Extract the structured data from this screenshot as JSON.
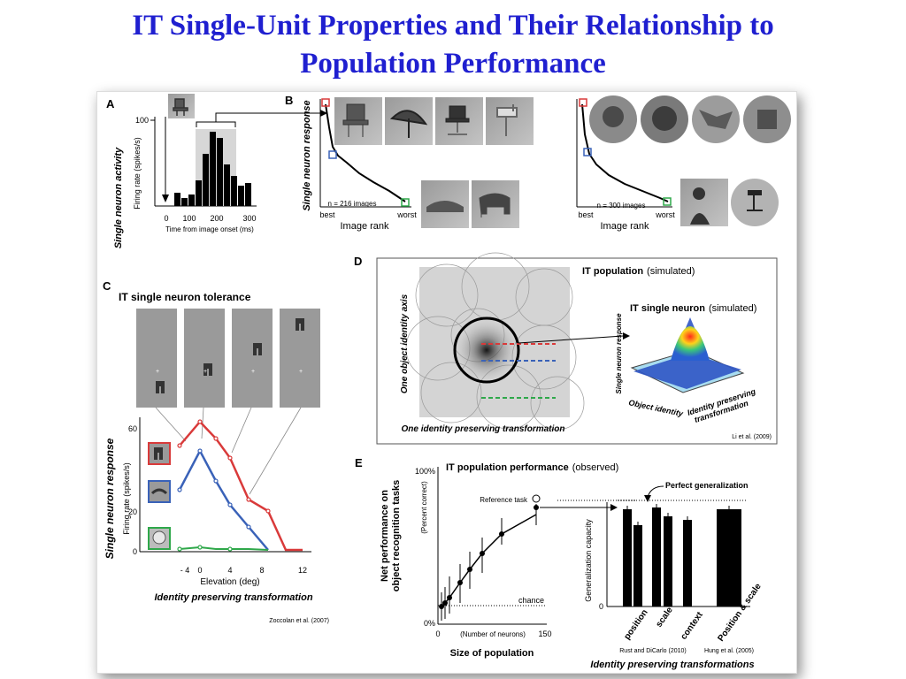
{
  "slide": {
    "title_line1": "IT Single-Unit Properties and Their Relationship to",
    "title_line2": "Population Performance"
  },
  "panelA": {
    "letter": "A",
    "y_outer": "Single neuron activity",
    "y_inner": "Firing rate (spikes/s)",
    "y_tick": "100",
    "x_ticks": [
      "0",
      "100",
      "200",
      "300"
    ],
    "x_label": "Time from image onset (ms)",
    "icon": "chair-image"
  },
  "panelB": {
    "letter": "B",
    "y_label": "Single neuron response",
    "left": {
      "x_best": "best",
      "x_worst": "worst",
      "n_label": "n = 216 images",
      "x_label": "Image rank"
    },
    "right": {
      "x_best": "best",
      "x_worst": "worst",
      "n_label": "n = 300 images",
      "x_label": "Image rank"
    }
  },
  "panelC": {
    "letter": "C",
    "title": "IT single neuron tolerance",
    "y_outer": "Single neuron response",
    "y_inner": "Firing rate (spikes/s)",
    "y_ticks": [
      "60",
      "20",
      "0"
    ],
    "x_ticks": [
      "- 4",
      "0",
      "4",
      "8",
      "12"
    ],
    "x_label": "Elevation (deg)",
    "x_outer": "Identity preserving transformation",
    "citation": "Zoccolan et al. (2007)"
  },
  "panelD": {
    "letter": "D",
    "pop_title_bold": "IT population",
    "pop_title_rest": "(simulated)",
    "y_axis": "One object identity axis",
    "x_axis": "One identity preserving transformation",
    "neuron_title_bold": "IT single neuron",
    "neuron_title_rest": "(simulated)",
    "z_label": "Single neuron response",
    "axis1": "Object identity",
    "axis2_line1": "Identity preserving",
    "axis2_line2": "transformation",
    "citation": "Li et al. (2009)"
  },
  "panelE": {
    "letter": "E",
    "title_bold": "IT population performance",
    "title_rest": "(observed)",
    "y_label_line1": "Net performance on",
    "y_label_line2": "object recognition tasks",
    "y_sub": "(Percent correct)",
    "y_top": "100%",
    "y_bottom": "0%",
    "reference": "Reference task",
    "chance": "chance",
    "x_ticks": [
      "0",
      "150"
    ],
    "x_sub": "(Number of neurons)",
    "x_label": "Size of population",
    "perfect": "Perfect generalization",
    "gen_label": "Generalization capacity",
    "gen_zero": "0",
    "bar_labels": [
      "position",
      "scale",
      "context",
      "Position & scale"
    ],
    "cite1": "Rust and DiCarlo (2010)",
    "cite2": "Hung et al. (2005)",
    "x_outer": "Identity preserving transformations"
  },
  "colors": {
    "title": "#1f1fd0",
    "red": "#d93a3a",
    "blue": "#3a62b8",
    "green": "#2fa84a"
  }
}
